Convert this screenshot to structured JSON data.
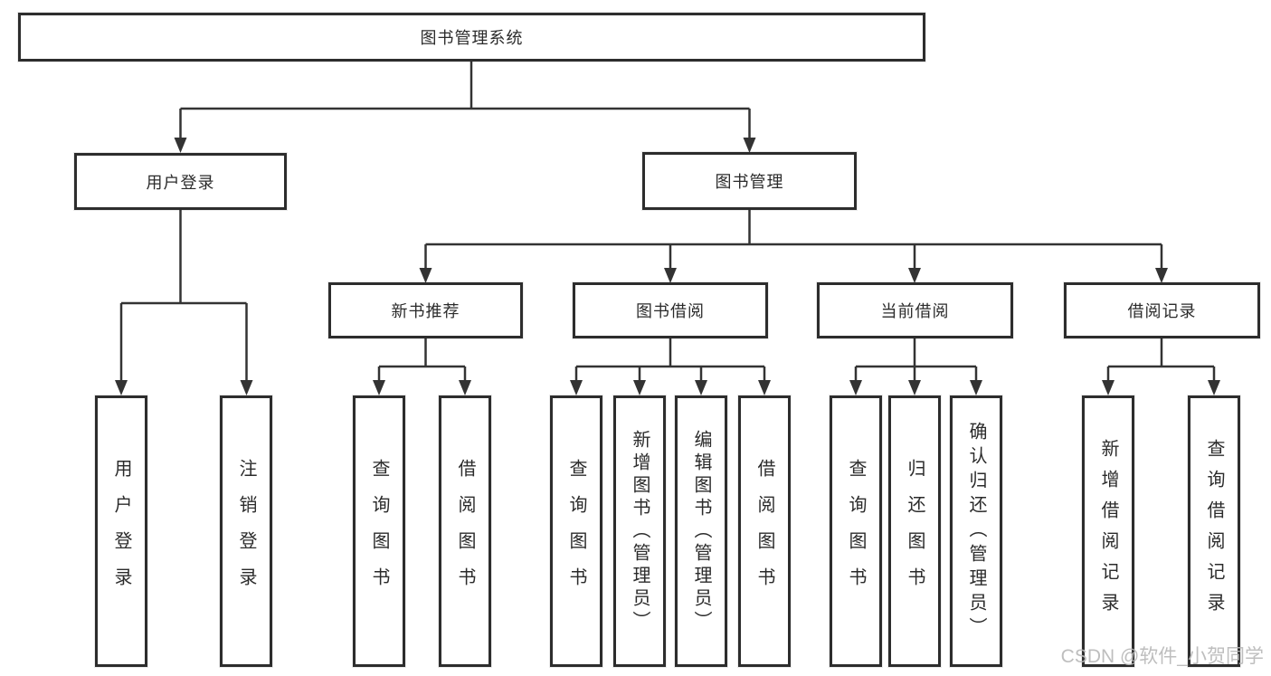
{
  "diagram": {
    "root": {
      "label": "图书管理系统"
    },
    "level2": [
      {
        "label": "用户登录"
      },
      {
        "label": "图书管理"
      }
    ],
    "level3": [
      {
        "label": "新书推荐"
      },
      {
        "label": "图书借阅"
      },
      {
        "label": "当前借阅"
      },
      {
        "label": "借阅记录"
      }
    ],
    "leaves": {
      "user_login": [
        "用户登录",
        "注销登录"
      ],
      "new_book": [
        "查询图书",
        "借阅图书"
      ],
      "book_borrow": [
        "查询图书",
        "新增图书（管理员）",
        "编辑图书（管理员）",
        "借阅图书"
      ],
      "current_borrow": [
        "查询图书",
        "归还图书",
        "确认归还（管理员）"
      ],
      "borrow_records": [
        "新增借阅记录",
        "查询借阅记录"
      ]
    }
  },
  "watermark": {
    "text": "CSDN @软件_小贺同学"
  },
  "colors": {
    "background": "#ffffff",
    "box_border": "#2d2d2d",
    "connector": "#333333",
    "text": "#2b2b2b",
    "watermark": "#b9b9b9"
  }
}
